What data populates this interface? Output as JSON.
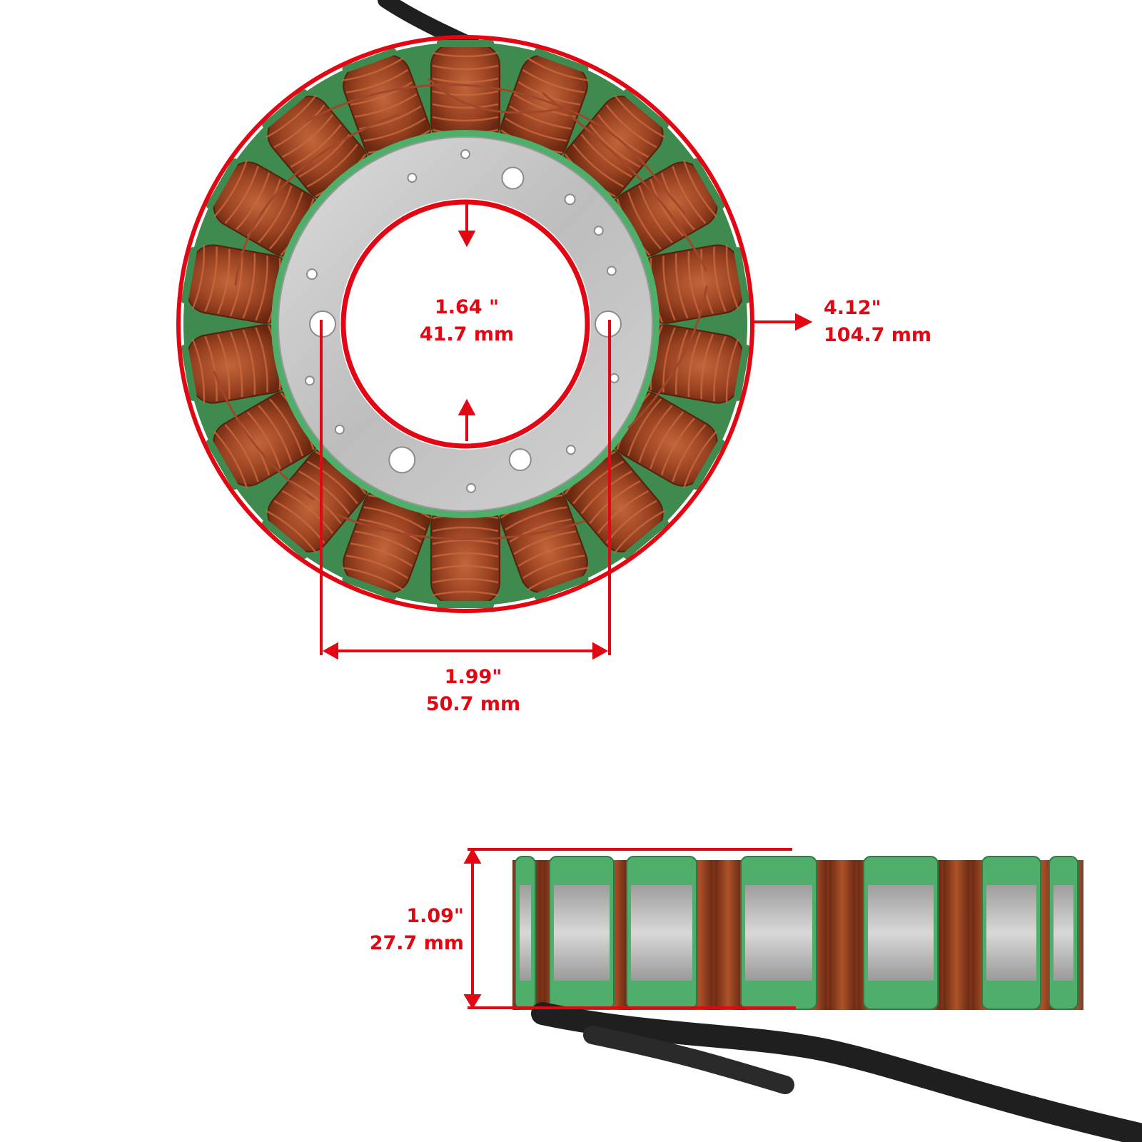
{
  "colors": {
    "dimension_red": "#e30613",
    "copper": "#8a3a1c",
    "copper_light": "#b4552c",
    "steel": "#c9c9c9",
    "insulator_green": "#4fae6a",
    "cable_black": "#1f1f1f"
  },
  "dimensions": {
    "inner_diameter": {
      "inch": "1.64 \"",
      "mm": "41.7 mm"
    },
    "outer_diameter": {
      "inch": "4.12\"",
      "mm": "104.7 mm"
    },
    "bolt_spacing": {
      "inch": "1.99\"",
      "mm": "50.7 mm"
    },
    "height": {
      "inch": "1.09\"",
      "mm": "27.7 mm"
    }
  },
  "stator": {
    "coil_count": 18
  }
}
